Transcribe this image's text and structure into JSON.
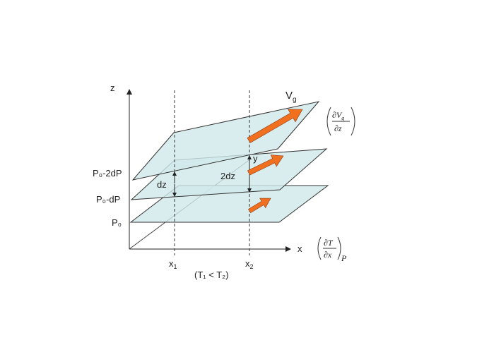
{
  "axes": {
    "z": "z",
    "x": "x",
    "y": "y"
  },
  "labels": {
    "vg": "V",
    "vg_sub": "g",
    "x1": "x",
    "x1_sub": "1",
    "x2": "x",
    "x2_sub": "2",
    "temp_relation": "(T₁ < T₂)",
    "p0_2dp": "P₀-2dP",
    "p0_dp": "P₀-dP",
    "p0": "P₀",
    "dz": "dz",
    "two_dz": "2dz"
  },
  "equations": {
    "shear_num": "∂V",
    "shear_num_sub": "g",
    "shear_den": "∂z",
    "temp_num": "∂T",
    "temp_den": "∂x",
    "temp_sub": "P"
  },
  "colors": {
    "plane": "#cfe8ea",
    "arrow": "#f07020"
  }
}
